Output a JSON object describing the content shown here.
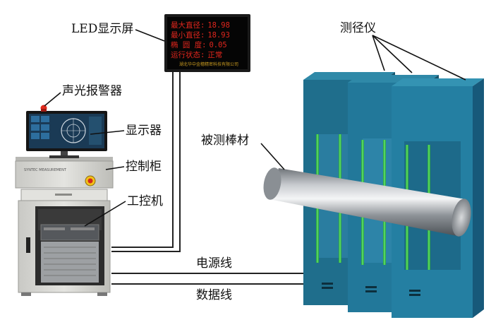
{
  "labels": {
    "led_display": "LED显示屏",
    "alarm": "声光报警器",
    "monitor": "显示器",
    "cabinet": "控制柜",
    "ipc": "工控机",
    "gauge": "测径仪",
    "bar": "被测棒材",
    "power_cable": "电源线",
    "data_cable": "数据线"
  },
  "led_panel": {
    "rows": [
      {
        "label": "最大直径:",
        "value": "18.98"
      },
      {
        "label": "最小直径:",
        "value": "18.93"
      },
      {
        "label": "椭 圆 度:",
        "value": "0.05"
      },
      {
        "label": "运行状态:",
        "value": "正常"
      }
    ],
    "footer": "湖北华中金穗精密科技有限公司"
  },
  "cabinet_panel": {
    "brand": "SYNTEC MEASUREMENT"
  },
  "colors": {
    "gauge_blue": "#1f6e8c",
    "gauge_dark": "#15526a",
    "laser_green": "#3cd43c",
    "led_red": "#e2261d",
    "cable": "#222222",
    "cabinet": "#d8d8d4"
  }
}
